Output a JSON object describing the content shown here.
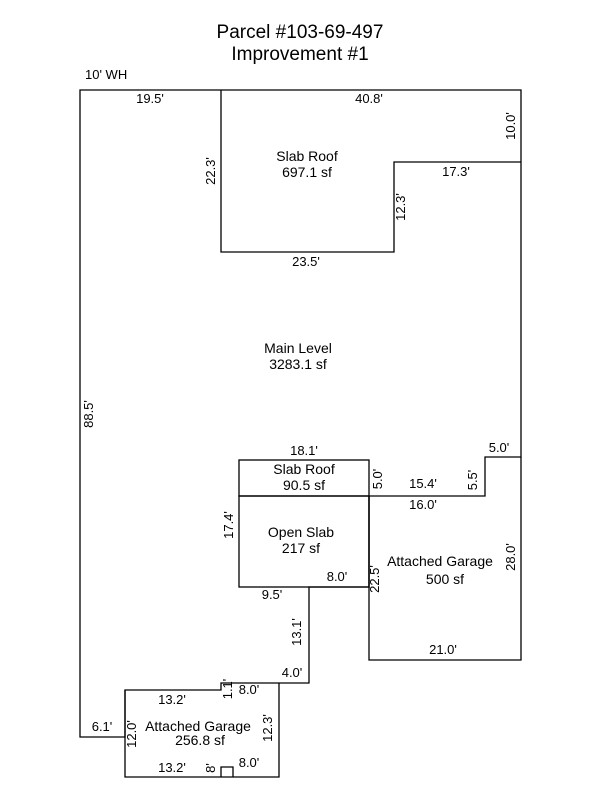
{
  "title": {
    "line1": "Parcel #103-69-497",
    "line2": "Improvement #1"
  },
  "areas": {
    "slab_roof_upper": {
      "name": "Slab Roof",
      "size": "697.1 sf"
    },
    "main_level": {
      "name": "Main Level",
      "size": "3283.1 sf"
    },
    "slab_roof_lower": {
      "name": "Slab Roof",
      "size": "90.5 sf"
    },
    "open_slab": {
      "name": "Open Slab",
      "size": "217 sf"
    },
    "attached_garage_right": {
      "name": "Attached Garage",
      "size": "500 sf"
    },
    "attached_garage_left": {
      "name": "Attached Garage",
      "size": "256.8 sf"
    }
  },
  "labels": {
    "wh": "10' WH",
    "d19_5": "19.5'",
    "d40_8": "40.8'",
    "d10_0": "10.0'",
    "d22_3": "22.3'",
    "d17_3": "17.3'",
    "d12_3_top": "12.3'",
    "d23_5": "23.5'",
    "d88_5": "88.5'",
    "d5_0_right": "5.0'",
    "d18_1": "18.1'",
    "d5_0_mid": "5.0'",
    "d15_4": "15.4'",
    "d5_5": "5.5'",
    "d16_0": "16.0'",
    "d17_4": "17.4'",
    "d8_0_mid": "8.0'",
    "d22_5": "22.5'",
    "d28_0": "28.0'",
    "d9_5": "9.5'",
    "d13_1": "13.1'",
    "d21_0": "21.0'",
    "d4_0": "4.0'",
    "d13_2_top": "13.2'",
    "d1_1": "1.1'",
    "d8_0_upper": "8.0'",
    "d6_1": "6.1'",
    "d12_0": "12.0'",
    "d12_3_bottom": "12.3'",
    "d13_2_bottom": "13.2'",
    "d8_small": "8'",
    "d8_0_bottom": "8.0'"
  }
}
